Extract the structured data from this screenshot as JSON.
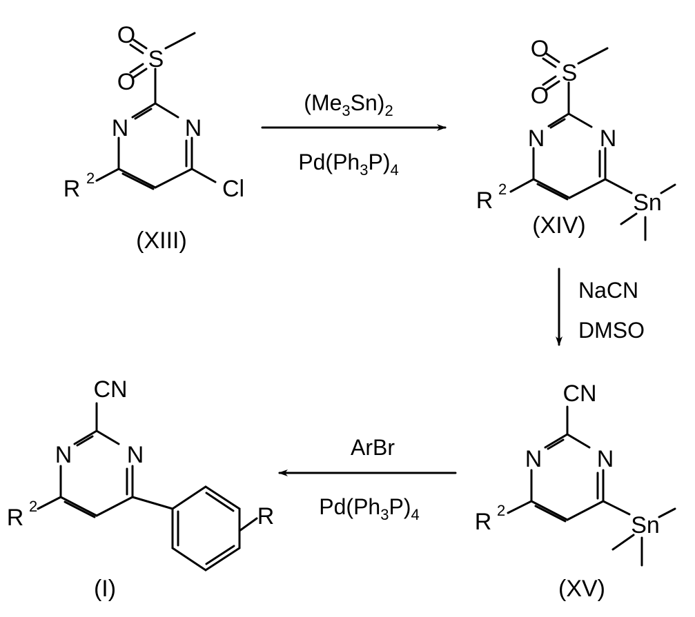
{
  "compounds": {
    "xiii": {
      "label": "(XIII)",
      "atoms": {
        "o1": "O",
        "o2": "O",
        "s": "S",
        "n1": "N",
        "n3": "N",
        "r": "R",
        "r_sup": "2",
        "cl": "Cl"
      }
    },
    "xiv": {
      "label": "(XIV)",
      "atoms": {
        "o1": "O",
        "o2": "O",
        "s": "S",
        "n1": "N",
        "n3": "N",
        "r": "R",
        "r_sup": "2",
        "sn": "Sn"
      }
    },
    "xv": {
      "label": "(XV)",
      "atoms": {
        "cn": "CN",
        "n1": "N",
        "n3": "N",
        "r": "R",
        "r_sup": "2",
        "sn": "Sn"
      }
    },
    "i": {
      "label": "(I)",
      "atoms": {
        "cn": "CN",
        "n1": "N",
        "n3": "N",
        "r": "R",
        "r_sup": "2",
        "r_ring": "R"
      }
    }
  },
  "reactions": {
    "step1": {
      "above": {
        "open": "(Me",
        "sub1": "3",
        "mid": "Sn)",
        "sub2": "2"
      },
      "below": {
        "a": "Pd(Ph",
        "sub1": "3",
        "b": "P)",
        "sub2": "4"
      }
    },
    "step2": {
      "line1": "NaCN",
      "line2": "DMSO"
    },
    "step3": {
      "above": "ArBr",
      "below": {
        "a": "Pd(Ph",
        "sub1": "3",
        "b": "P)",
        "sub2": "4"
      }
    }
  }
}
